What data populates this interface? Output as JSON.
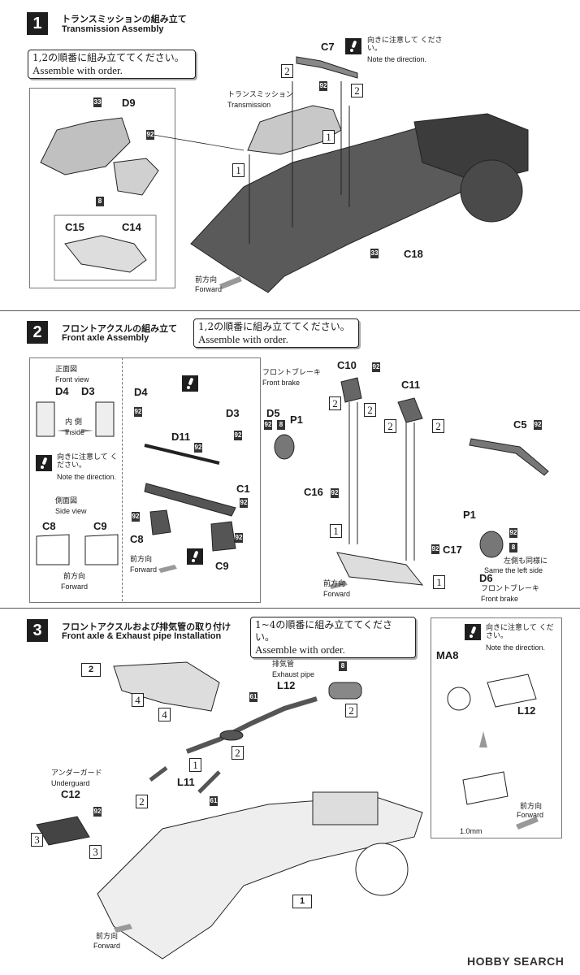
{
  "step1": {
    "number": "1",
    "title_ja": "トランスミッションの組み立て",
    "title_en": "Transmission Assembly",
    "order_ja": "1,2の順番に組み立ててください。",
    "order_en": "Assemble with order.",
    "note_ja": "向きに注意して ください。",
    "note_en": "Note the direction.",
    "transmission_ja": "トランスミッション",
    "transmission_en": "Transmission",
    "parts": {
      "c7": "C7",
      "d9": "D9",
      "c15": "C15",
      "c14": "C14",
      "c18": "C18"
    },
    "tags": {
      "t33a": "33",
      "t92a": "92",
      "t92b": "92",
      "t8": "8",
      "t33b": "33"
    },
    "order_nums": {
      "n2a": "2",
      "n2b": "2",
      "n1a": "1",
      "n1b": "1"
    },
    "forward_ja": "前方向",
    "forward_en": "Forward"
  },
  "step2": {
    "number": "2",
    "title_ja": "フロントアクスルの組み立て",
    "title_en": "Front axle Assembly",
    "order_ja": "1,2の順番に組み立ててください。",
    "order_en": "Assemble with order.",
    "front_view_ja": "正面図",
    "front_view_en": "Front view",
    "inside_ja": "内 側",
    "inside_en": "Inside",
    "note_ja": "向きに注意して ください。",
    "note_en": "Note the direction.",
    "side_view_ja": "側面図",
    "side_view_en": "Side view",
    "forward_ja": "前方向",
    "forward_en": "Forward",
    "front_brake_ja": "フロントブレーキ",
    "front_brake_en": "Front brake",
    "same_left_ja": "左側も同様に",
    "same_left_en": "Same the left side",
    "parts": {
      "d4a": "D4",
      "d3a": "D3",
      "c8a": "C8",
      "c9a": "C9",
      "d4": "D4",
      "d3": "D3",
      "d11": "D11",
      "c1": "C1",
      "c8": "C8",
      "c9": "C9",
      "c10": "C10",
      "c11": "C11",
      "d5": "D5",
      "p1a": "P1",
      "c16": "C16",
      "c5": "C5",
      "p1b": "P1",
      "c17": "C17",
      "d6": "D6"
    },
    "tags": {
      "t92": "92",
      "t8": "8"
    },
    "order_nums": {
      "n1": "1",
      "n2": "2"
    }
  },
  "step3": {
    "number": "3",
    "title_ja": "フロントアクスルおよび排気管の取り付け",
    "title_en": "Front axle & Exhaust pipe Installation",
    "order_ja": "1~4の順番に組み立ててください。",
    "order_en": "Assemble with order.",
    "exhaust_ja": "排気管",
    "exhaust_en": "Exhaust pipe",
    "underguard_ja": "アンダーガード",
    "underguard_en": "Underguard",
    "note_ja": "向きに注意して ください。",
    "note_en": "Note the direction.",
    "forward_ja": "前方向",
    "forward_en": "Forward",
    "dim": "1.0mm",
    "parts": {
      "l12": "L12",
      "l11": "L11",
      "c12": "C12",
      "ma8": "MA8",
      "l12b": "L12"
    },
    "sub_steps": {
      "s2": "2",
      "s1": "1"
    },
    "tags": {
      "t61a": "61",
      "t61b": "61",
      "t92": "92",
      "t8": "8"
    },
    "order_nums": {
      "n1": "1",
      "n2": "2",
      "n3": "3",
      "n4": "4"
    }
  },
  "footer": {
    "logo": "HOBBY SEARCH"
  }
}
